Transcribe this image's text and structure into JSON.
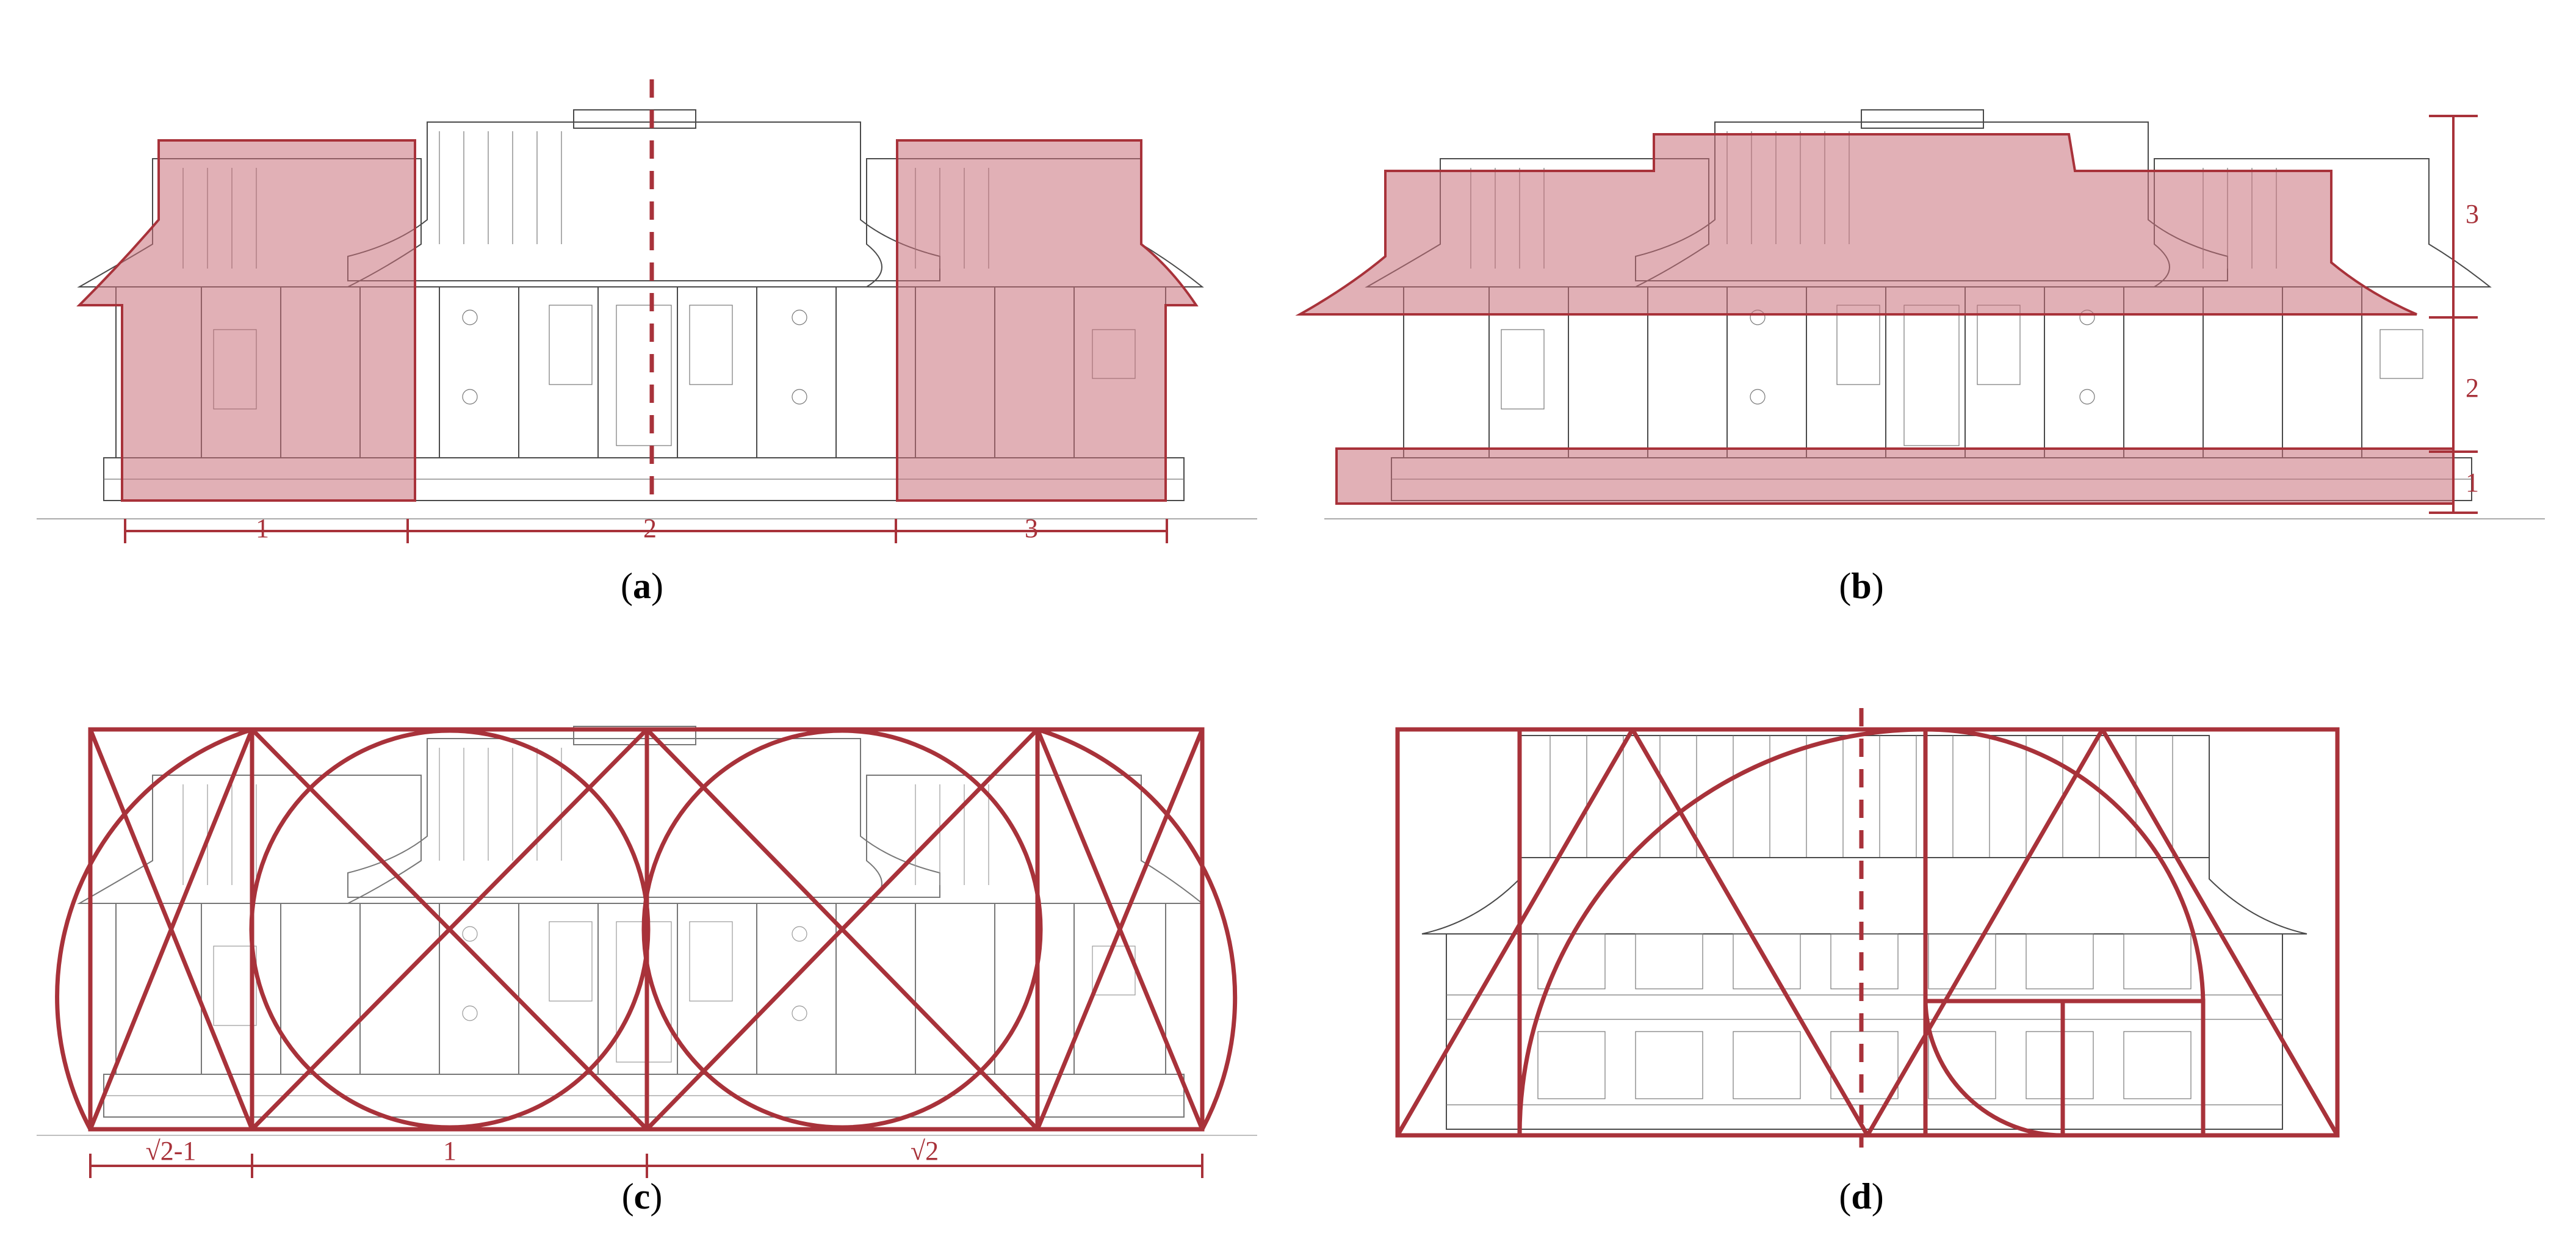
{
  "figure": {
    "panels": [
      {
        "id": "a",
        "caption": "a",
        "dimension_labels": [
          "1",
          "2",
          "3"
        ]
      },
      {
        "id": "b",
        "caption": "b",
        "dimension_labels": [
          "3",
          "2",
          "1"
        ]
      },
      {
        "id": "c",
        "caption": "c",
        "dimension_labels": [
          "√2-1",
          "1",
          "√2"
        ]
      },
      {
        "id": "d",
        "caption": "d",
        "dimension_labels": []
      }
    ]
  },
  "colors": {
    "accent": "#a8323a",
    "shade": "#c9707a",
    "ink": "#4a4a4a"
  }
}
